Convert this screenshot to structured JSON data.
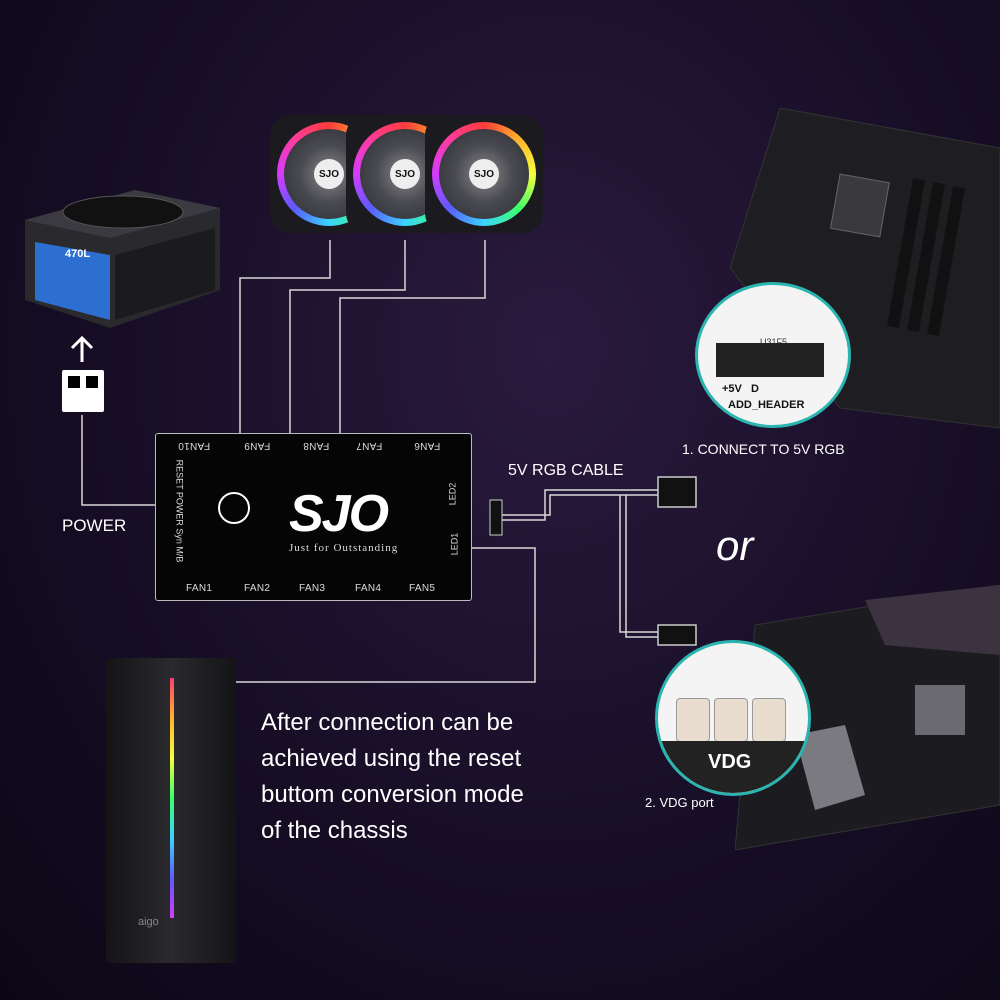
{
  "hub": {
    "top_ports": [
      "FAN10",
      "FAN9",
      "FAN8",
      "FAN7",
      "FAN6"
    ],
    "bottom_ports": [
      "FAN1",
      "FAN2",
      "FAN3",
      "FAN4",
      "FAN5"
    ],
    "side_left": "RESET POWER Syn M/B",
    "led1": "LED1",
    "led2": "LED2",
    "logo": "SJO",
    "tagline": "Just for Outstanding"
  },
  "fans": [
    {
      "label": "SJO"
    },
    {
      "label": "SJO"
    },
    {
      "label": "SJO"
    }
  ],
  "psu": {
    "model": "470L"
  },
  "labels": {
    "power": "POWER",
    "rgb_cable": "5V RGB CABLE",
    "connect_5v": "1. CONNECT TO 5V RGB",
    "or": "or",
    "vdg_port": "2. VDG port"
  },
  "callout_5v": {
    "chip": "U31F5",
    "pins": "+5V   D",
    "header": "ADD_HEADER"
  },
  "callout_vdg": {
    "label": "VDG"
  },
  "case": {
    "brand": "aigo"
  },
  "note": {
    "lines": [
      "After connection can be",
      "achieved using the reset",
      "buttom conversion mode",
      "of the chassis"
    ]
  },
  "colors": {
    "accent": "#2bb5b0",
    "wire": "#d8d8d8"
  }
}
